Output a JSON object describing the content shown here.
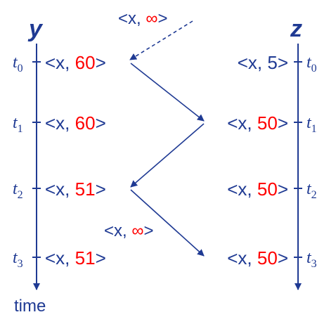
{
  "colors": {
    "primary": "#1f3a93",
    "accent": "#ff0000"
  },
  "nodes": {
    "y_label": "y",
    "z_label": "z"
  },
  "time_label": "time",
  "ticks": [
    {
      "base": "t",
      "sub": "0"
    },
    {
      "base": "t",
      "sub": "1"
    },
    {
      "base": "t",
      "sub": "2"
    },
    {
      "base": "t",
      "sub": "3"
    }
  ],
  "y_states": [
    {
      "prefix": "<x, ",
      "value": "60",
      "suffix": ">"
    },
    {
      "prefix": "<x, ",
      "value": "60",
      "suffix": ">"
    },
    {
      "prefix": "<x, ",
      "value": "51",
      "suffix": ">"
    },
    {
      "prefix": "<x, ",
      "value": "51",
      "suffix": ">"
    }
  ],
  "z_states": [
    {
      "prefix": "<x, ",
      "value": "5",
      "suffix": ">",
      "value_highlight": false
    },
    {
      "prefix": "<x, ",
      "value": "50",
      "suffix": ">",
      "value_highlight": true
    },
    {
      "prefix": "<x, ",
      "value": "50",
      "suffix": ">",
      "value_highlight": true
    },
    {
      "prefix": "<x, ",
      "value": "50",
      "suffix": ">",
      "value_highlight": true
    }
  ],
  "messages": {
    "incoming": {
      "prefix": "<x, ",
      "value": "∞",
      "suffix": ">"
    },
    "outgoing": {
      "prefix": "<x, ",
      "value": "∞",
      "suffix": ">"
    }
  }
}
